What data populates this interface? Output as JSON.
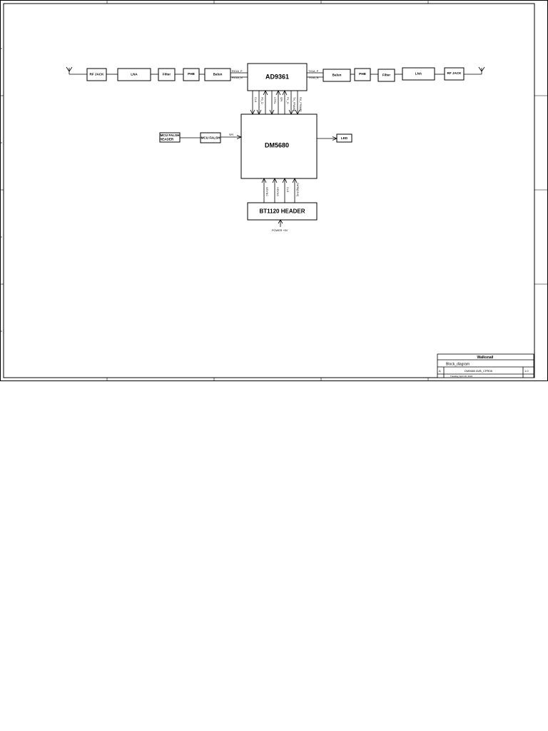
{
  "diagram": {
    "rx_chain": [
      "RF JACK",
      "LNA",
      "Filter",
      "PHB",
      "Balun"
    ],
    "tx_chain": [
      "Balun",
      "PHB",
      "Filter",
      "LNA",
      "RF JACK"
    ],
    "transceiver": "AD9361",
    "processor": "DM5680",
    "header": "BT1120 HEADER",
    "mcu_flash_header": [
      "MCU FALSH",
      "HEADER"
    ],
    "mcu_flash": "MCU FALSH",
    "led": "LED",
    "power_label": "POWER +5V",
    "rf_left_signals": [
      "RX1A_P",
      "RX1A_N"
    ],
    "rf_right_signals": [
      "TX1A_P",
      "TX1A_N"
    ],
    "spi_signal": "SPI",
    "bus_down_labels": [
      "CLK",
      "P0_D",
      "CTRL",
      "SPI",
      "P1_D",
      "TX_FRAME",
      "RX_FRAME"
    ],
    "bus_up_labels": [
      "VSYNC",
      "HSYNC",
      "CLK",
      "DATA[15:0]"
    ]
  },
  "title_block": {
    "company": "Walksnail",
    "title": "Block_diagram",
    "size": "A",
    "document": "DM5680 AVB_CPR08",
    "date": "Tuesday, April 19, 2022",
    "rev": "1.0"
  }
}
